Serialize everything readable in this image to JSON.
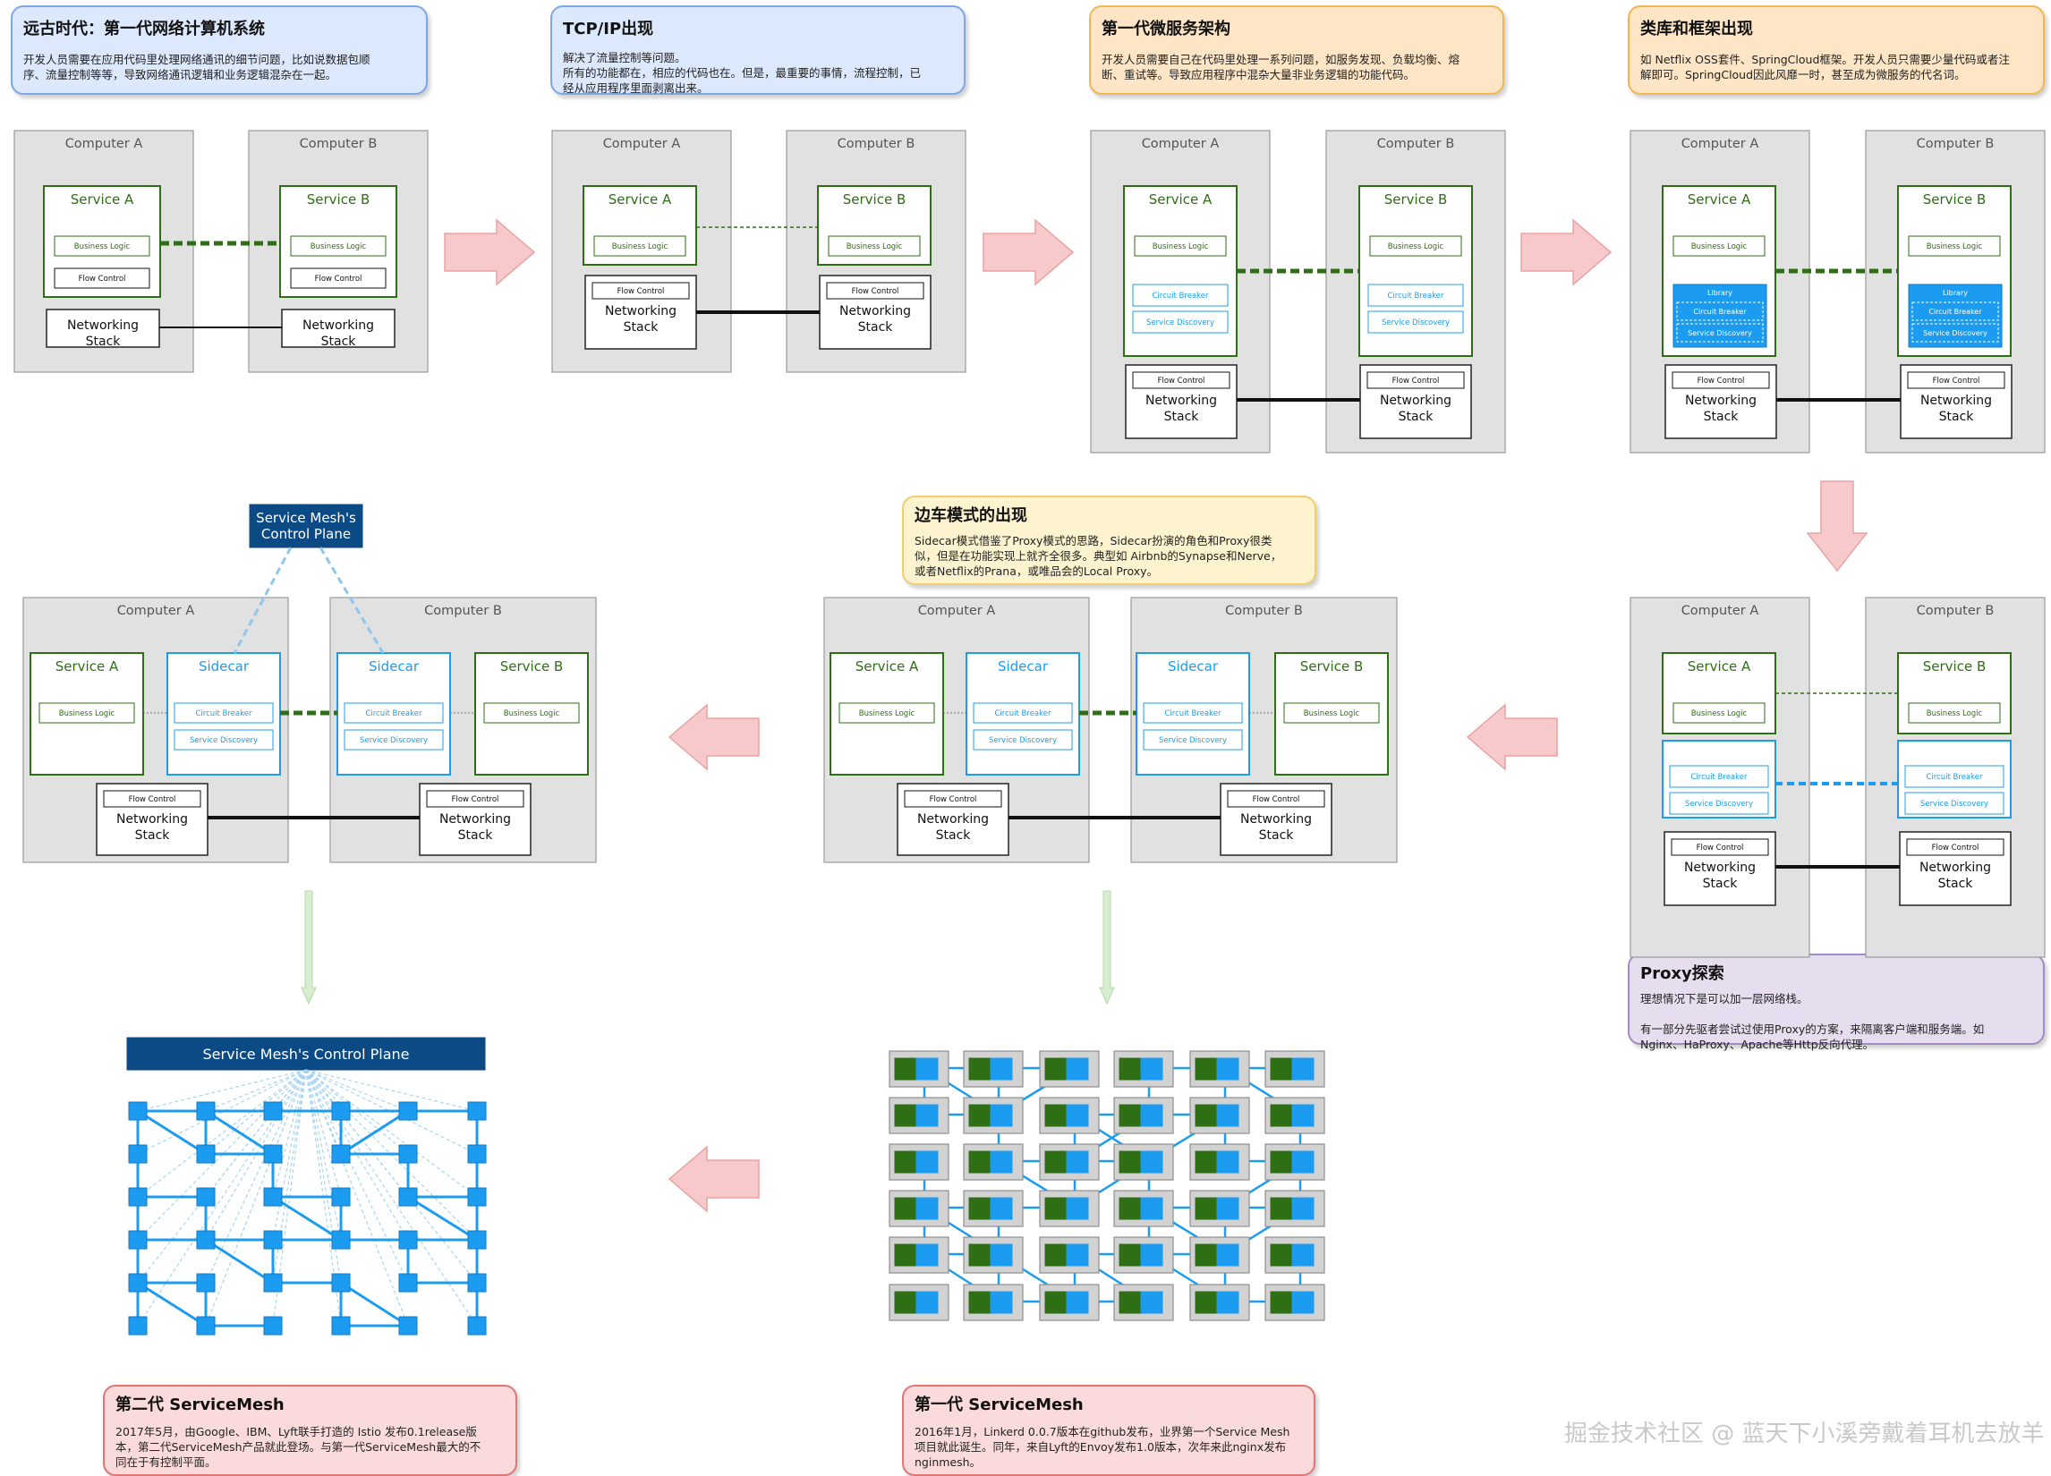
{
  "notes": {
    "ancient": {
      "title": "远古时代：第一代网络计算机系统",
      "body": "开发人员需要在应用代码里处理网络通讯的细节问题，比如说数据包顺\n序、流量控制等等，导致网络通讯逻辑和业务逻辑混杂在一起。"
    },
    "tcpip": {
      "title": "TCP/IP出现",
      "body": "解决了流量控制等问题。\n所有的功能都在，相应的代码也在。但是，最重要的事情，流程控制，已\n经从应用程序里面剥离出来。"
    },
    "micro": {
      "title": "第一代微服务架构",
      "body": "开发人员需要自己在代码里处理一系列问题，如服务发现、负载均衡、熔\n断、重试等。导致应用程序中混杂大量非业务逻辑的功能代码。"
    },
    "library": {
      "title": "类库和框架出现",
      "body": "如 Netflix OSS套件、SpringCloud框架。开发人员只需要少量代码或者注\n解即可。SpringCloud因此风靡一时，甚至成为微服务的代名词。"
    },
    "sidecar": {
      "title": "边车模式的出现",
      "body": "Sidecar模式借鉴了Proxy模式的思路，Sidecar扮演的角色和Proxy很类\n似，但是在功能实现上就齐全很多。典型如 Airbnb的Synapse和Nerve，\n或者Netflix的Prana，或唯品会的Local Proxy。"
    },
    "proxy": {
      "title": "Proxy探索",
      "body": "理想情况下是可以加一层网络栈。\n\n有一部分先驱者尝试过使用Proxy的方案，来隔离客户端和服务端。如\nNginx、HaProxy、Apache等Http反向代理。"
    },
    "gen1": {
      "title": "第一代 ServiceMesh",
      "body": "2016年1月，Linkerd 0.0.7版本在github发布，业界第一个Service Mesh\n项目就此诞生。同年，来自Lyft的Envoy发布1.0版本，次年来此nginx发布\nnginmesh。"
    },
    "gen2": {
      "title": "第二代 ServiceMesh",
      "body": "2017年5月，由Google、IBM、Lyft联手打造的 Istio 发布0.1release版\n本，第二代ServiceMesh产品就此登场。与第一代ServiceMesh最大的不\n同在于有控制平面。"
    }
  },
  "labels": {
    "computer_a": "Computer A",
    "computer_b": "Computer B",
    "service_a": "Service A",
    "service_b": "Service B",
    "sidecar": "Sidecar",
    "business_logic": "Business Logic",
    "flow_control": "Flow Control",
    "networking": "Networking",
    "stack": "Stack",
    "circuit_breaker": "Circuit Breaker",
    "service_discovery": "Service Discovery",
    "library": "Library",
    "control_plane_small_1": "Service Mesh's",
    "control_plane_small_2": "Control Plane",
    "control_plane_bar": "Service Mesh's Control Plane"
  },
  "watermark": "掘金技术社区 @ 蓝天下小溪旁戴着耳机去放羊",
  "colors": {
    "green": "#2e6e14",
    "blue": "#1c9cf0",
    "navy": "#0c4a85",
    "arrow_red": "#f8c9ca",
    "arrow_green": "#d7ecd0"
  }
}
